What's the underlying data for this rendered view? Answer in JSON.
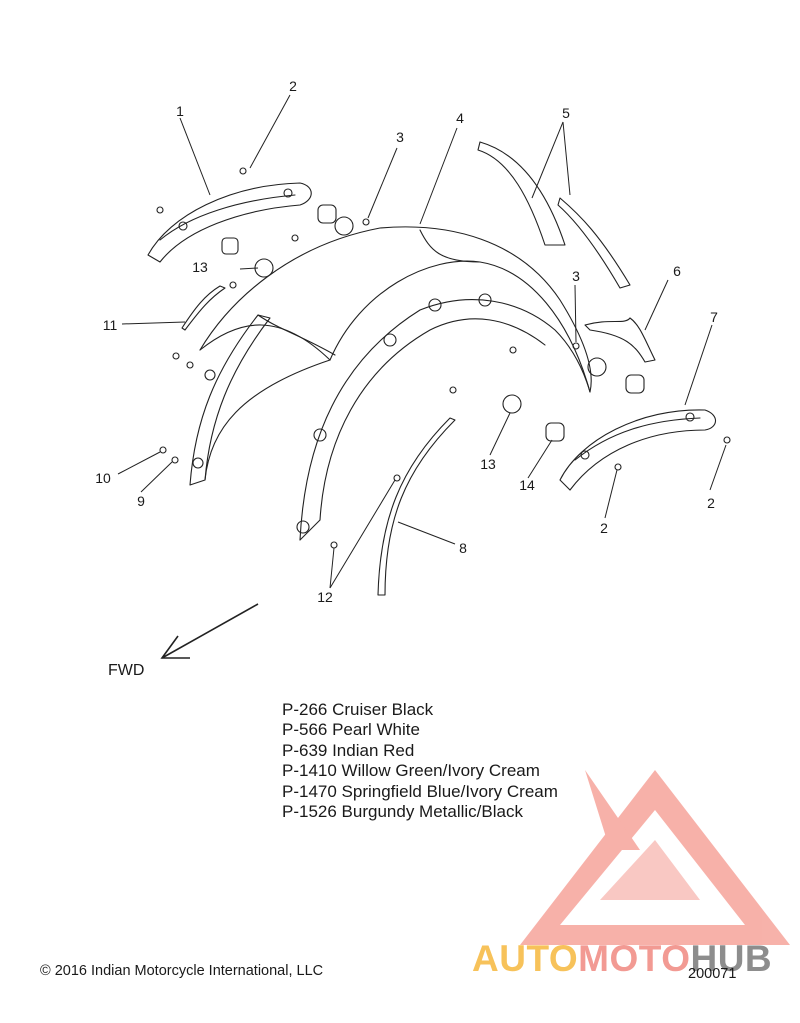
{
  "callouts": {
    "c1": "1",
    "c2a": "2",
    "c3a": "3",
    "c4": "4",
    "c5": "5",
    "c6": "6",
    "c7": "7",
    "c13a": "13",
    "c11": "11",
    "c3b": "3",
    "c10": "10",
    "c9": "9",
    "c13b": "13",
    "c14": "14",
    "c2b": "2",
    "c2c": "2",
    "c8": "8",
    "c12": "12"
  },
  "fwd_label": "FWD",
  "legend": [
    "P-266  Cruiser Black",
    "P-566  Pearl White",
    "P-639  Indian Red",
    "P-1410 Willow Green/Ivory Cream",
    "P-1470 Springfield Blue/Ivory Cream",
    "P-1526 Burgundy Metallic/Black"
  ],
  "copyright": "© 2016 Indian Motorcycle International, LLC",
  "doc_number": "200071",
  "watermark": {
    "part1": "AUTO",
    "part2": "MOTO",
    "part3": "HUB",
    "colors": {
      "yellow": "#f7c25a",
      "red": "#f29a93",
      "gray": "#8d8d8d"
    }
  }
}
